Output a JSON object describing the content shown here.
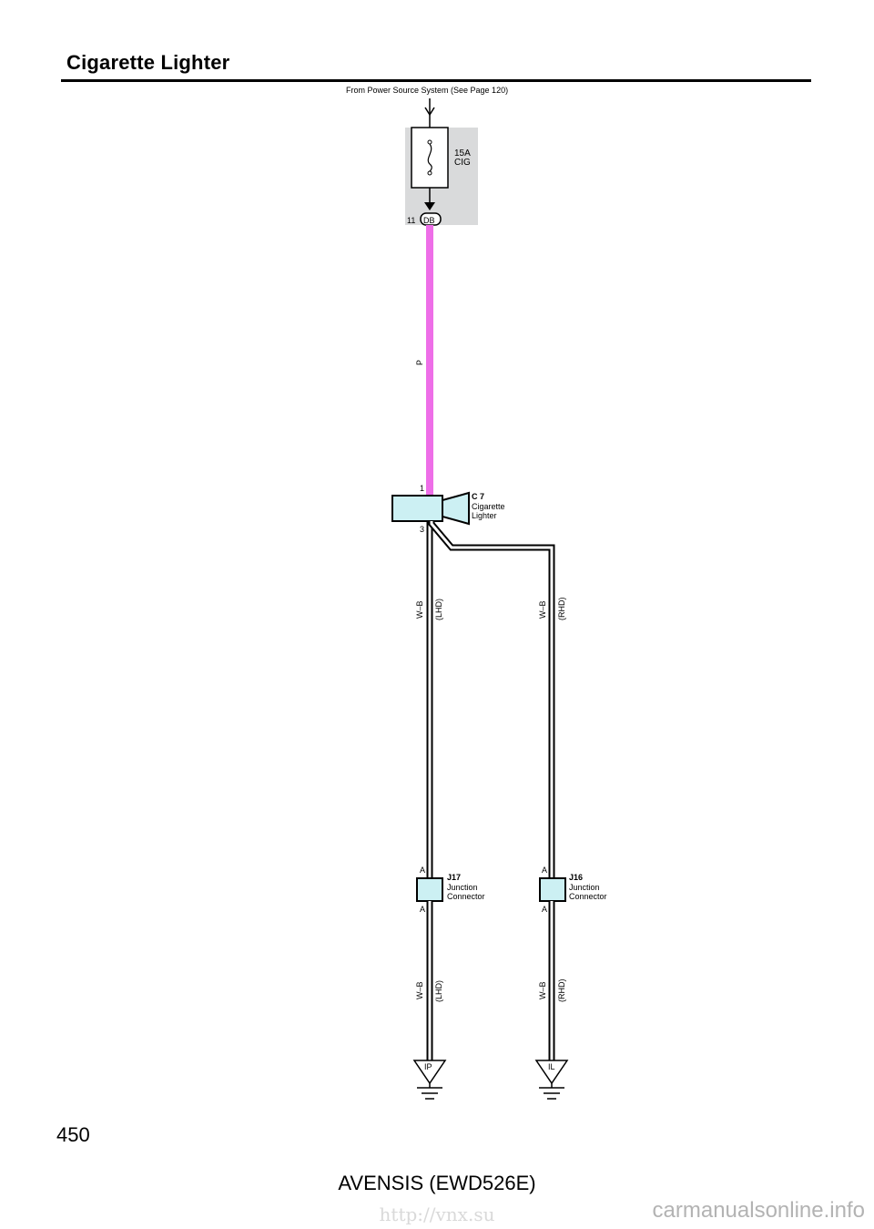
{
  "page": {
    "title": "Cigarette Lighter",
    "source_note": "From Power Source System (See Page 120)",
    "page_number": "450",
    "model": "AVENSIS (EWD526E)",
    "url": "http://vnx.su",
    "watermark": "carmanualsonline.info"
  },
  "fuse": {
    "rating": "15A",
    "name": "CIG"
  },
  "connector_db": {
    "pin": "11",
    "code": "DB"
  },
  "wire_power": {
    "color_code": "P",
    "color": "#ee6ee8"
  },
  "component_c7": {
    "code": "C 7",
    "name_line1": "Cigarette",
    "name_line2": "Lighter",
    "pin_top": "1",
    "pin_bottom": "3"
  },
  "wires": {
    "lhd_upper": {
      "code": "W–B",
      "variant": "(LHD)"
    },
    "rhd_upper": {
      "code": "W–B",
      "variant": "(RHD)"
    },
    "lhd_lower": {
      "code": "W–B",
      "variant": "(LHD)"
    },
    "rhd_lower": {
      "code": "W–B",
      "variant": "(RHD)"
    }
  },
  "junction_j17": {
    "code": "J17",
    "name_line1": "Junction",
    "name_line2": "Connector",
    "pin_top": "A",
    "pin_bottom": "A"
  },
  "junction_j16": {
    "code": "J16",
    "name_line1": "Junction",
    "name_line2": "Connector",
    "pin_top": "A",
    "pin_bottom": "A"
  },
  "ground_ip": {
    "code": "IP"
  },
  "ground_il": {
    "code": "IL"
  },
  "colors": {
    "component_fill": "#ccf0f3",
    "shade": "#d9dadb"
  }
}
